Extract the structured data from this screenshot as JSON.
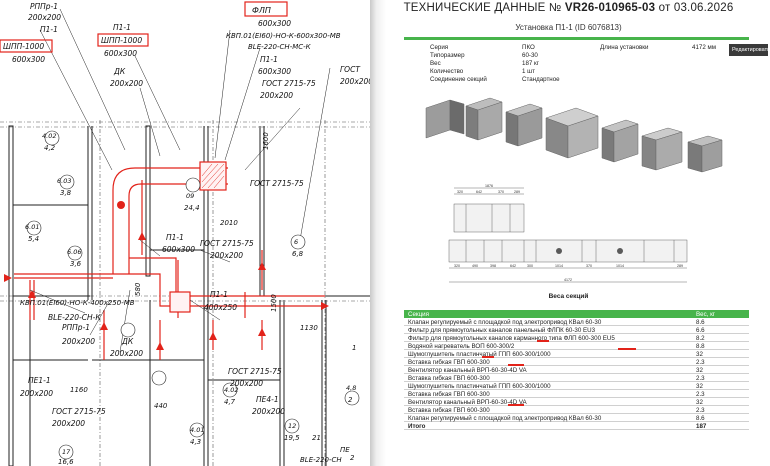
{
  "drawing": {
    "labels": {
      "rppr1_top": "РППр-1",
      "d200_top": "200x200",
      "p11_a": "П1-1",
      "shpp1000_box": "ШПП-1000",
      "d600x300_left": "600x300",
      "p11_b": "П1-1",
      "shpp1000_box2": "ШПП-1000",
      "d600x300_c": "600x300",
      "dk_top": "ДК",
      "d200_c": "200x200",
      "flp_box": "ФЛП",
      "d600x300_tr": "600x300",
      "kvp_top": "КВП.01(EI60)-НО-К-600x300-МВ",
      "ble_top": "BLE-220-СН-МС-К",
      "p11_c": "П1-1",
      "d600x300_d": "600x300",
      "gost_top": "ГОСТ 2715-75",
      "d200_d": "200x200",
      "gost_mid_top": "ГОСТ 2715-75",
      "d200_e": "200x200",
      "room_402": "4.02",
      "room_42": "4,2",
      "room_603": "6.03",
      "room_38": "3,8",
      "room_601": "6.01",
      "room_54": "5,4",
      "room_606": "6.06",
      "room_36": "3,6",
      "room_09": "09",
      "room_244": "24,4",
      "dim_1600": "1600",
      "dim_2010": "2010",
      "p11_mid": "П1-1",
      "d600x300_mid": "600x300",
      "gost_mid": "ГОСТ 2715-75",
      "d200_mid": "200x200",
      "kvp_left": "КВП.01(EI60)-НО-К-400x250-МВ",
      "ble_left": "BLE-220-СН-К",
      "rppr1_left": "РППр-1",
      "dk_left": "ДК",
      "d200_left1": "200x200",
      "d200_left2": "200x200",
      "p11_low": "П1-1",
      "d400x250": "400x250",
      "dim_1130": "1130",
      "dim_1500": "1500",
      "dim_580": "580",
      "pe1_left": "ПЕ1-1",
      "d200_pe": "200x200",
      "dim_1160": "1160",
      "gost_low": "ГОСТ 2715-75",
      "d200_low": "200x200",
      "gost_low2": "ГОСТ 2715-75",
      "d200_low2": "200x200",
      "room_402b": "4.02",
      "room_47": "4,7",
      "room_401": "4.01",
      "room_43": "4,3",
      "pe4_1": "ПЕ4-1",
      "d200_pe4": "200x200",
      "room_12": "12",
      "room_195": "19,5",
      "room_17": "17",
      "room_166": "16,6",
      "ble_bottom": "BLE-220-СН",
      "room_6": "6",
      "room_48": "4,8",
      "room_2": "2",
      "room_68": "6,8",
      "room_21": "21",
      "room_2x": "2",
      "room_440": "440",
      "pe_right": "ПЕ",
      "room_1": "1",
      "room_gost_r": "ГОСТ"
    }
  },
  "sheet": {
    "title_prefix": "ТЕХНИЧЕСКИЕ ДАННЫЕ №",
    "title_number": "VR26-010965-03",
    "title_suffix": "от 03.06.2026",
    "subtitle": "Установка П1-1 (ID 6076813)",
    "edit_button": "Редактировать",
    "params_left": [
      {
        "k": "Серия",
        "v": "ПКО"
      },
      {
        "k": "Типоразмер",
        "v": "60-30"
      },
      {
        "k": "Вес",
        "v": "187 кг"
      },
      {
        "k": "Количество",
        "v": "1 шт"
      },
      {
        "k": "Соединение секций",
        "v": "Стандартное"
      }
    ],
    "params_right": [
      {
        "k": "Длина установки",
        "v": "4172 мм"
      }
    ],
    "dims": {
      "overall": "4172",
      "top_total": "1876",
      "top_segments": [
        "320",
        "642",
        "370",
        "289"
      ],
      "bottom_segments": [
        "320",
        "490",
        "398",
        "642",
        "300",
        "1014",
        "370",
        "1014",
        "289"
      ]
    },
    "weight_title": "Веса секций",
    "table_headers": {
      "section": "Секция",
      "weight": "Вес, кг"
    },
    "rows": [
      {
        "name": "Клапан регулируемый с площадкой под электропривод КВал 60-30",
        "w": "8.6"
      },
      {
        "name": "Фильтр для прямоугольных каналов панельный ФЛПК 60-30 EU3",
        "w": "6.6"
      },
      {
        "name": "Фильтр для прямоугольных каналов карманного типа ФЛП 600-300 EU5",
        "w": "8.2"
      },
      {
        "name": "Водяной нагреватель ВОП 600-300/2",
        "w": "8.8"
      },
      {
        "name": "Шумоглушитель пластинчатый ГПП 600-300/1000",
        "w": "32"
      },
      {
        "name": "Вставка гибкая ГВП 600-300",
        "w": "2.3"
      },
      {
        "name": "Вентилятор канальный ВРП-60-30-4D VA",
        "w": "32"
      },
      {
        "name": "Вставка гибкая ГВП 600-300",
        "w": "2.3"
      },
      {
        "name": "Шумоглушитель пластинчатый ГПП 600-300/1000",
        "w": "32"
      },
      {
        "name": "Вставка гибкая ГВП 600-300",
        "w": "2.3"
      },
      {
        "name": "Вентилятор канальный ВРП-60-30-4D VA",
        "w": "32"
      },
      {
        "name": "Вставка гибкая ГВП 600-300",
        "w": "2.3"
      },
      {
        "name": "Клапан регулируемый с площадкой под электропривод КВал 60-30",
        "w": "8.6"
      },
      {
        "name": "Итого",
        "w": "187"
      }
    ],
    "colors": {
      "accent": "#47b44b",
      "redline": "#e2231a"
    }
  }
}
